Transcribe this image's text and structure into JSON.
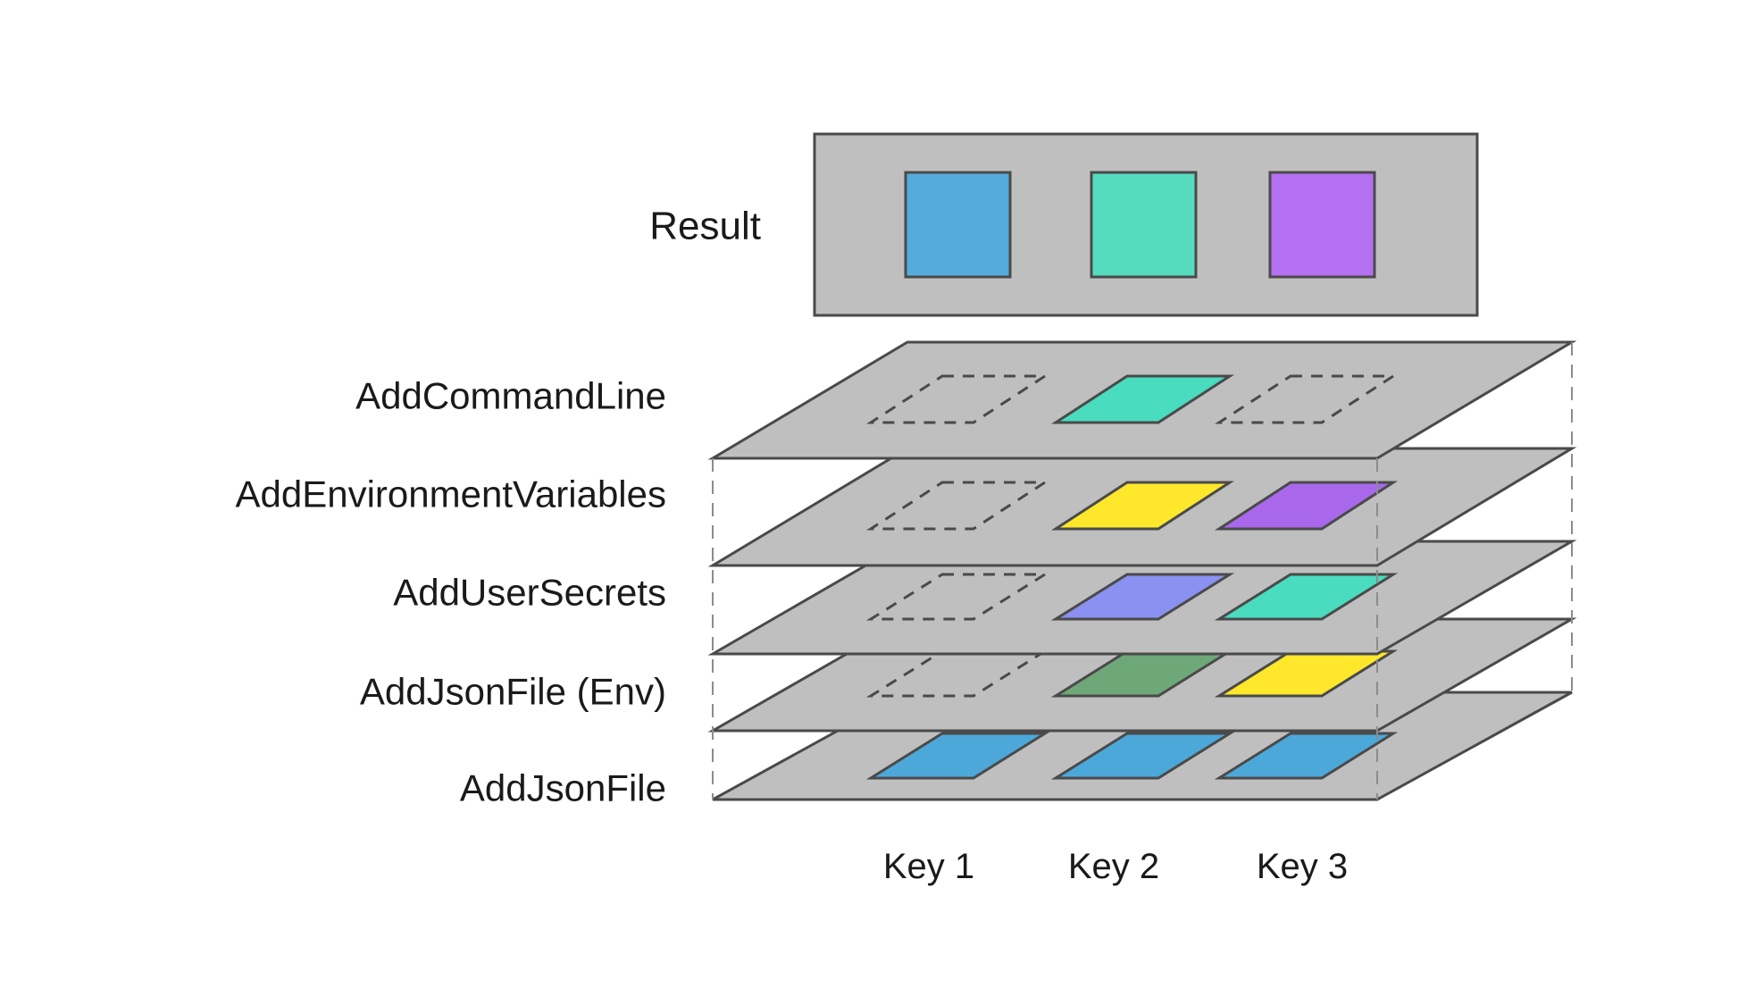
{
  "title": "Configuration providers layering diagram",
  "colors": {
    "background": "#ffffff",
    "surface_gray": "#bfbfbf",
    "outline": "#4a4a4a",
    "guide": "#8c8c8c",
    "text": "#1a1a1a"
  },
  "result": {
    "label": "Result",
    "swatches": [
      {
        "key": "Key 1",
        "color": "#55abdc"
      },
      {
        "key": "Key 2",
        "color": "#55dcbe"
      },
      {
        "key": "Key 3",
        "color": "#b470f0"
      }
    ]
  },
  "layers": [
    {
      "label": "AddCommandLine",
      "cells": [
        {
          "key": "Key 1",
          "state": "empty"
        },
        {
          "key": "Key 2",
          "state": "filled",
          "color": "#49dcbf"
        },
        {
          "key": "Key 3",
          "state": "empty"
        }
      ]
    },
    {
      "label": "AddEnvironmentVariables",
      "cells": [
        {
          "key": "Key 1",
          "state": "empty"
        },
        {
          "key": "Key 2",
          "state": "filled",
          "color": "#ffe72b"
        },
        {
          "key": "Key 3",
          "state": "filled",
          "color": "#a968ec"
        }
      ]
    },
    {
      "label": "AddUserSecrets",
      "cells": [
        {
          "key": "Key 1",
          "state": "empty"
        },
        {
          "key": "Key 2",
          "state": "filled",
          "color": "#8a91f0"
        },
        {
          "key": "Key 3",
          "state": "filled",
          "color": "#49dcbf"
        }
      ]
    },
    {
      "label": "AddJsonFile (Env)",
      "cells": [
        {
          "key": "Key 1",
          "state": "empty"
        },
        {
          "key": "Key 2",
          "state": "filled",
          "color": "#6fa878"
        },
        {
          "key": "Key 3",
          "state": "filled",
          "color": "#ffe72b"
        }
      ]
    },
    {
      "label": "AddJsonFile",
      "cells": [
        {
          "key": "Key 1",
          "state": "filled",
          "color": "#4da8da"
        },
        {
          "key": "Key 2",
          "state": "filled",
          "color": "#4da8da"
        },
        {
          "key": "Key 3",
          "state": "filled",
          "color": "#4da8da"
        }
      ]
    }
  ],
  "keys": [
    "Key 1",
    "Key 2",
    "Key 3"
  ]
}
